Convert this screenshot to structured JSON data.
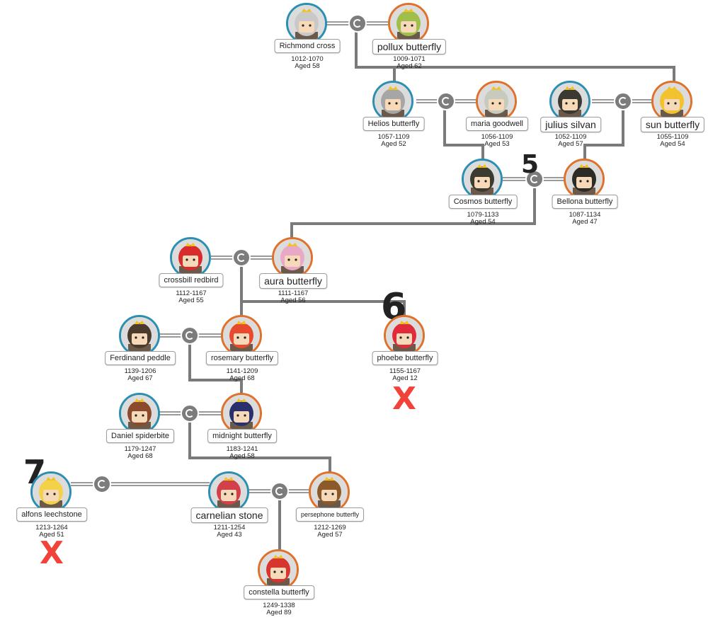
{
  "people": [
    {
      "id": "richmond",
      "name": "Richmond  cross",
      "years": "1012-1070",
      "age": "Aged 58",
      "sex": "m",
      "hair": "#c9c9c9"
    },
    {
      "id": "pollux",
      "name": "pollux  butterfly",
      "years": "1009-1071",
      "age": "Aged 62",
      "sex": "f",
      "hair": "#9fbf4a"
    },
    {
      "id": "helios",
      "name": "Helios  butterfly",
      "years": "1057-1109",
      "age": "Aged 52",
      "sex": "m",
      "hair": "#a6a6a6"
    },
    {
      "id": "maria",
      "name": "maria  goodwell",
      "years": "1056-1109",
      "age": "Aged 53",
      "sex": "f",
      "hair": "#c7cbbd"
    },
    {
      "id": "julius",
      "name": "julius  silvan",
      "years": "1052-1109",
      "age": "Aged 57",
      "sex": "m",
      "hair": "#3b3a32"
    },
    {
      "id": "sun",
      "name": "sun butterfly",
      "years": "1055-1109",
      "age": "Aged 54",
      "sex": "f",
      "hair": "#f2c230"
    },
    {
      "id": "cosmos",
      "name": "Cosmos  butterfly",
      "years": "1079-1133",
      "age": "Aged 54",
      "sex": "m",
      "hair": "#3d3a2f"
    },
    {
      "id": "bellona",
      "name": "Bellona  butterfly",
      "years": "1087-1134",
      "age": "Aged 47",
      "sex": "f",
      "hair": "#2e2a25"
    },
    {
      "id": "crossbill",
      "name": "crossbill redbird",
      "years": "1112-1167",
      "age": "Aged 55",
      "sex": "m",
      "hair": "#d92b2b"
    },
    {
      "id": "aura",
      "name": "aura butterfly",
      "years": "1111-1167",
      "age": "Aged 56",
      "sex": "f",
      "hair": "#e9a9c6"
    },
    {
      "id": "ferdinand",
      "name": "Ferdinand  peddle",
      "years": "1139-1206",
      "age": "Aged 67",
      "sex": "m",
      "hair": "#4a3b2c"
    },
    {
      "id": "rosemary",
      "name": "rosemary butterfly",
      "years": "1141-1209",
      "age": "Aged 68",
      "sex": "f",
      "hair": "#e84a2e"
    },
    {
      "id": "phoebe",
      "name": "phoebe butterfly",
      "years": "1155-1167",
      "age": "Aged 12",
      "sex": "f",
      "hair": "#e02b3a"
    },
    {
      "id": "daniel",
      "name": "Daniel  spiderbite",
      "years": "1179-1247",
      "age": "Aged 68",
      "sex": "m",
      "hair": "#8a4a2b"
    },
    {
      "id": "midnight",
      "name": "midnight  butterfly",
      "years": "1183-1241",
      "age": "Aged 58",
      "sex": "f",
      "hair": "#2a2f6e"
    },
    {
      "id": "alfons",
      "name": "alfons leechstone",
      "years": "1213-1264",
      "age": "Aged 51",
      "sex": "m",
      "hair": "#f3d24a"
    },
    {
      "id": "carnelian",
      "name": "carnelian stone",
      "years": "1211-1254",
      "age": "Aged 43",
      "sex": "m",
      "hair": "#d2404a"
    },
    {
      "id": "persephone",
      "name": "persephone butterfly",
      "years": "1212-1269",
      "age": "Aged 57",
      "sex": "f",
      "hair": "#8c5a2a"
    },
    {
      "id": "constella",
      "name": "constella butterfly",
      "years": "1249-1338",
      "age": "Aged 89",
      "sex": "f",
      "hair": "#d8352f"
    }
  ],
  "generation_markers": [
    "5",
    "6",
    "7"
  ],
  "deceased_mark": "X",
  "colors": {
    "male_border": "#2b8fb1",
    "female_border": "#e0712b",
    "line": "#7a7a7a",
    "cross": "#f2433b"
  }
}
